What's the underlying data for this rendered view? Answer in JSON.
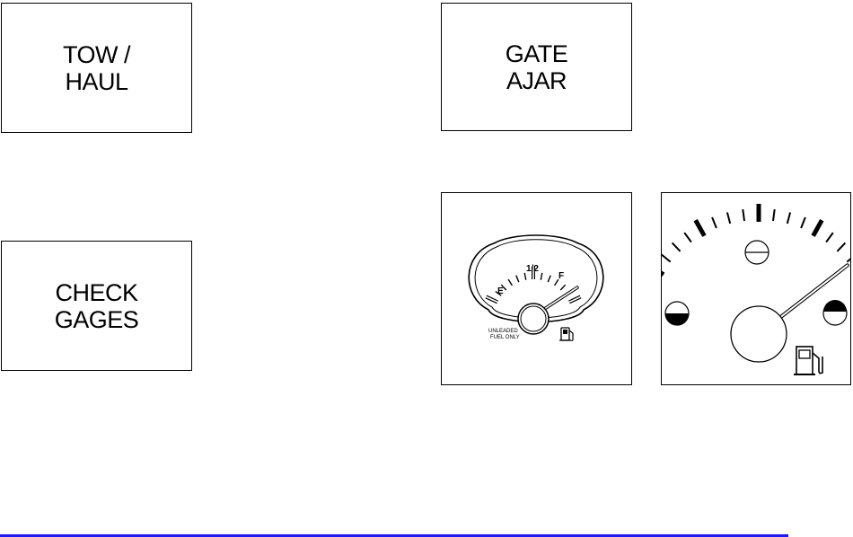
{
  "indicators": {
    "tow_haul": {
      "line1": "TOW /",
      "line2": "HAUL"
    },
    "gate_ajar": {
      "line1": "GATE",
      "line2": "AJAR"
    },
    "check_gages": {
      "line1": "CHECK",
      "line2": "GAGES"
    }
  },
  "fuel_gage_a": {
    "empty_label": "E",
    "half_label": "1/2",
    "full_label": "F",
    "note_line1": "UNLEADED",
    "note_line2": "FUEL ONLY",
    "icon": "fuel-pump-icon",
    "fuel_level": 0.92
  },
  "fuel_gage_b": {
    "icon": "fuel-pump-icon",
    "fuel_level": 0.95
  },
  "colors": {
    "ink": "#000000",
    "rule": "#1a1aff"
  }
}
